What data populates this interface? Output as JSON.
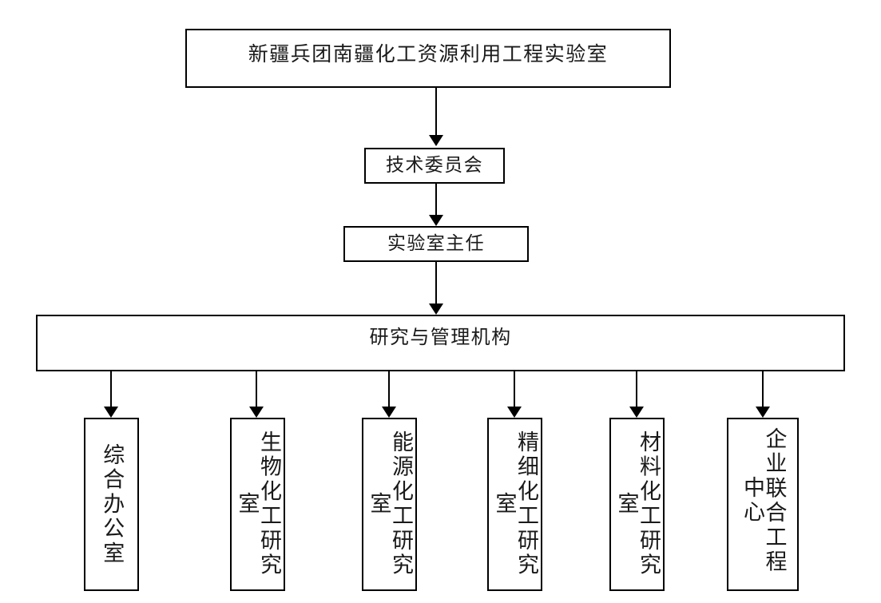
{
  "diagram": {
    "title_box": {
      "label": "新疆兵团南疆化工资源利用工程实验室"
    },
    "committee_box": {
      "label": "技术委员会"
    },
    "director_box": {
      "label": "实验室主任"
    },
    "research_mgmt_box": {
      "label": "研究与管理机构"
    },
    "units": [
      {
        "label": "综合办公室"
      },
      {
        "label": "生物化工研究室"
      },
      {
        "label": "能源化工研究室"
      },
      {
        "label": "精细化工研究室"
      },
      {
        "label": "材料化工研究室"
      },
      {
        "label": "企业联合工程中心"
      }
    ],
    "colors": {
      "background": "#ffffff",
      "border": "#000000",
      "text": "#1a1a1a",
      "connector": "#000000"
    }
  }
}
